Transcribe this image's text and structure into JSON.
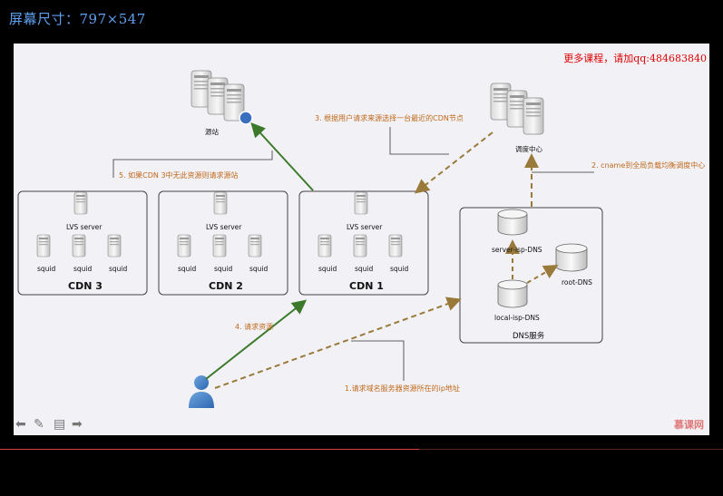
{
  "screen_size_label": "屏幕尺寸：797×547",
  "promo": "更多课程，请加qq:484683840",
  "brand": "慕课网",
  "progress": 0.58,
  "nodes": {
    "origin": "源站",
    "scheduler": "调度中心",
    "dns_service": "DNS服务",
    "server_isp_dns": "server-isp-DNS",
    "root_dns": "root-DNS",
    "local_isp_dns": "local-isp-DNS",
    "lvs": "LVS server",
    "squid": "squid"
  },
  "cdn_groups": [
    "CDN 3",
    "CDN 2",
    "CDN 1"
  ],
  "steps": {
    "s1": "1.请求域名服务器资源所在的ip地址",
    "s2": "2. cname到全局负载均衡调度中心",
    "s3": "3. 根据用户请求来源选择一台最近的CDN节点",
    "s4": "4. 请求资源",
    "s5": "5. 如果CDN 3中无此资源则请求源站"
  },
  "icons": [
    "back-arrow-icon",
    "pen-icon",
    "menu-icon",
    "forward-arrow-icon"
  ]
}
